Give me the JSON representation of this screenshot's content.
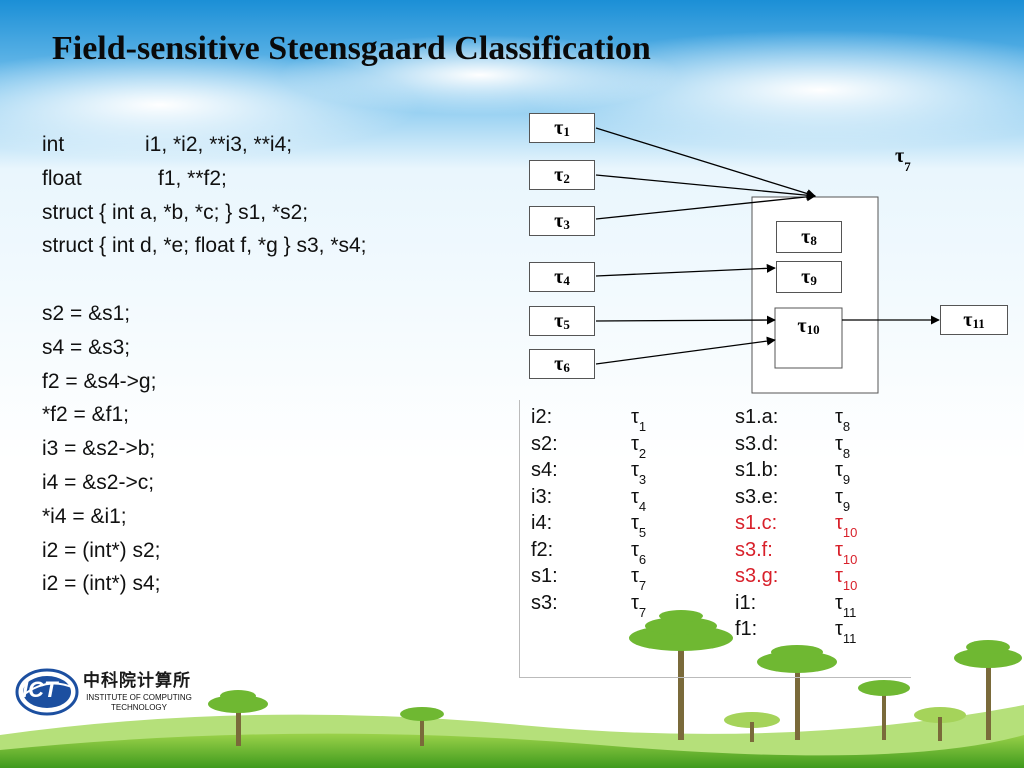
{
  "slide": {
    "title": "Field-sensitive Steensgaard Classification"
  },
  "code": [
    {
      "kw": "int",
      "rest": "i1, *i2, **i3, **i4;",
      "indent": 103
    },
    {
      "kw": "float",
      "rest": "f1, **f2;",
      "indent": 116
    },
    {
      "kw": "",
      "rest": "struct { int  a, *b, *c; }  s1, *s2;",
      "indent": 0
    },
    {
      "kw": "",
      "rest": "struct { int  d, *e; float  f, *g }  s3, *s4;",
      "indent": 0
    },
    {
      "kw": "",
      "rest": "",
      "indent": 0
    },
    {
      "kw": "",
      "rest": "s2 = &s1;",
      "indent": 0
    },
    {
      "kw": "",
      "rest": "s4 = &s3;",
      "indent": 0
    },
    {
      "kw": "",
      "rest": "f2 = &s4->g;",
      "indent": 0
    },
    {
      "kw": "",
      "rest": "*f2 = &f1;",
      "indent": 0
    },
    {
      "kw": "",
      "rest": "i3 = &s2->b;",
      "indent": 0
    },
    {
      "kw": "",
      "rest": "i4 = &s2->c;",
      "indent": 0
    },
    {
      "kw": "",
      "rest": "*i4 = &i1;",
      "indent": 0
    },
    {
      "kw": "",
      "rest": "i2 = (int*) s2;",
      "indent": 0
    },
    {
      "kw": "",
      "rest": "i2 = (int*) s4;",
      "indent": 0
    }
  ],
  "diagram": {
    "tau": "τ",
    "left_types": [
      {
        "id": "t1",
        "sub": "1"
      },
      {
        "id": "t2",
        "sub": "2"
      },
      {
        "id": "t3",
        "sub": "3"
      },
      {
        "id": "t4",
        "sub": "4"
      },
      {
        "id": "t5",
        "sub": "5"
      },
      {
        "id": "t6",
        "sub": "6"
      }
    ],
    "struct_label_sub": "7",
    "inner_types": [
      {
        "id": "t8",
        "sub": "8"
      },
      {
        "id": "t9",
        "sub": "9"
      },
      {
        "id": "t10",
        "sub": "10"
      }
    ],
    "target_sub": "11",
    "edges": [
      {
        "from": "t1",
        "to": "t7"
      },
      {
        "from": "t2",
        "to": "t7"
      },
      {
        "from": "t3",
        "to": "t7"
      },
      {
        "from": "t4",
        "to": "t9"
      },
      {
        "from": "t5",
        "to": "t10"
      },
      {
        "from": "t6",
        "to": "t10"
      },
      {
        "from": "t10",
        "to": "t11"
      }
    ],
    "highlight_color": "#d8202a"
  },
  "mapping_left": [
    {
      "var": "i2:",
      "sub": "1"
    },
    {
      "var": "s2:",
      "sub": "2"
    },
    {
      "var": "s4:",
      "sub": "3"
    },
    {
      "var": "i3:",
      "sub": "4"
    },
    {
      "var": "i4:",
      "sub": "5"
    },
    {
      "var": "f2:",
      "sub": "6"
    },
    {
      "var": "s1:",
      "sub": "7"
    },
    {
      "var": "s3:",
      "sub": "7"
    }
  ],
  "mapping_right": [
    {
      "var": "s1.a:",
      "sub": "8",
      "highlight": false
    },
    {
      "var": "s3.d:",
      "sub": "8",
      "highlight": false
    },
    {
      "var": "s1.b:",
      "sub": "9",
      "highlight": false
    },
    {
      "var": "s3.e:",
      "sub": "9",
      "highlight": false
    },
    {
      "var": "s1.c:",
      "sub": "10",
      "highlight": true
    },
    {
      "var": "s3.f:",
      "sub": "10",
      "highlight": true
    },
    {
      "var": "s3.g:",
      "sub": "10",
      "highlight": true
    },
    {
      "var": "i1:",
      "sub": "11",
      "highlight": false
    },
    {
      "var": "f1:",
      "sub": "11",
      "highlight": false
    }
  ],
  "logo": {
    "chinese": "中科院计算所",
    "acronym": "ICT",
    "english": "INSTITUTE OF COMPUTING TECHNOLOGY"
  }
}
